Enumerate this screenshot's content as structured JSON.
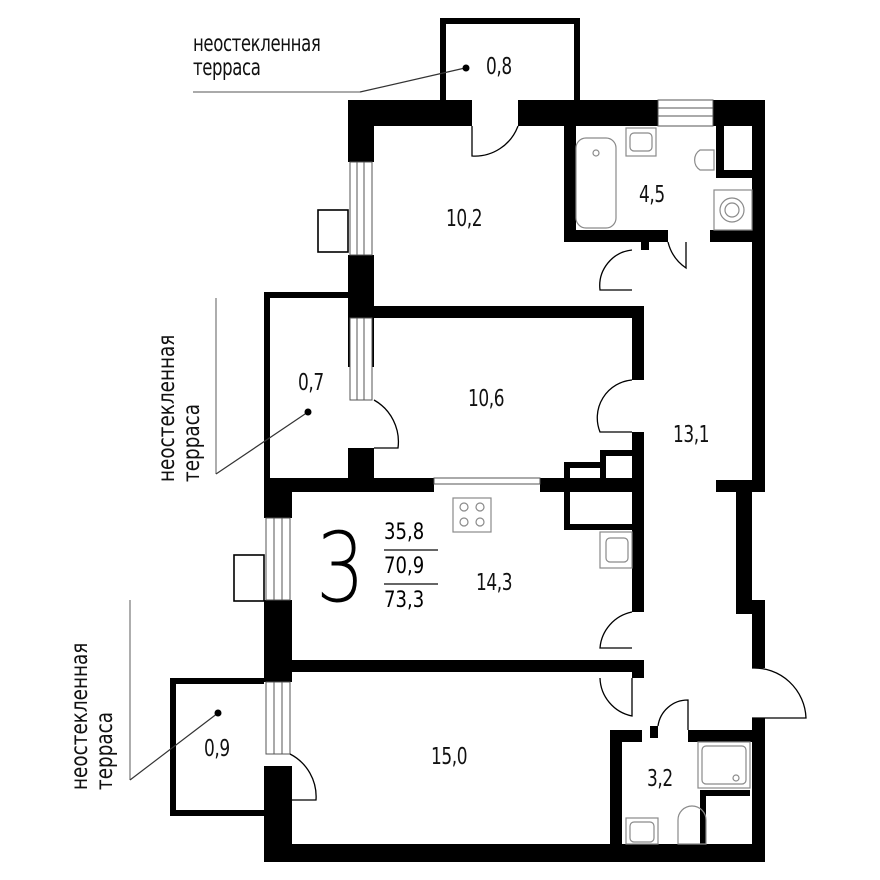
{
  "plan": {
    "rooms_count": "3",
    "areas": {
      "living": "35,8",
      "total": "70,9",
      "total_with_terraces": "73,3"
    },
    "rooms": [
      {
        "id": "bedroom-top",
        "area": "10,2"
      },
      {
        "id": "bathroom-top",
        "area": "4,5"
      },
      {
        "id": "bedroom-middle",
        "area": "10,6"
      },
      {
        "id": "hallway",
        "area": "13,1"
      },
      {
        "id": "kitchen",
        "area": "14,3"
      },
      {
        "id": "bedroom-bottom",
        "area": "15,0"
      },
      {
        "id": "bathroom-bottom",
        "area": "3,2"
      }
    ],
    "terraces": [
      {
        "id": "terrace-top",
        "label_line1": "неостекленная",
        "label_line2": "терраса",
        "area": "0,8"
      },
      {
        "id": "terrace-middle",
        "label_line1": "неостекленная",
        "label_line2": "терраса",
        "area": "0,7"
      },
      {
        "id": "terrace-bottom",
        "label_line1": "неостекленная",
        "label_line2": "терраса",
        "area": "0,9"
      }
    ]
  }
}
